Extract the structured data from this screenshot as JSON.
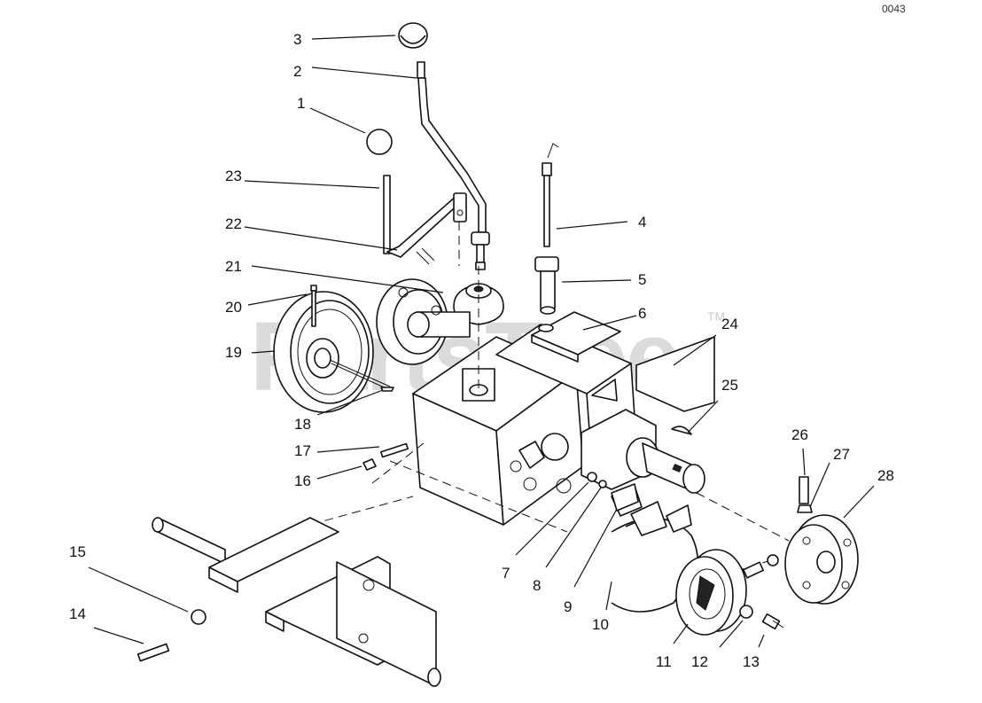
{
  "watermark": {
    "text": "PartsTree",
    "trademark": "TM"
  },
  "corner_ref": "0043",
  "callouts": [
    "1",
    "2",
    "3",
    "4",
    "5",
    "6",
    "7",
    "8",
    "9",
    "10",
    "11",
    "12",
    "13",
    "14",
    "15",
    "16",
    "17",
    "18",
    "19",
    "20",
    "21",
    "22",
    "23",
    "24",
    "25",
    "26",
    "27",
    "28"
  ]
}
